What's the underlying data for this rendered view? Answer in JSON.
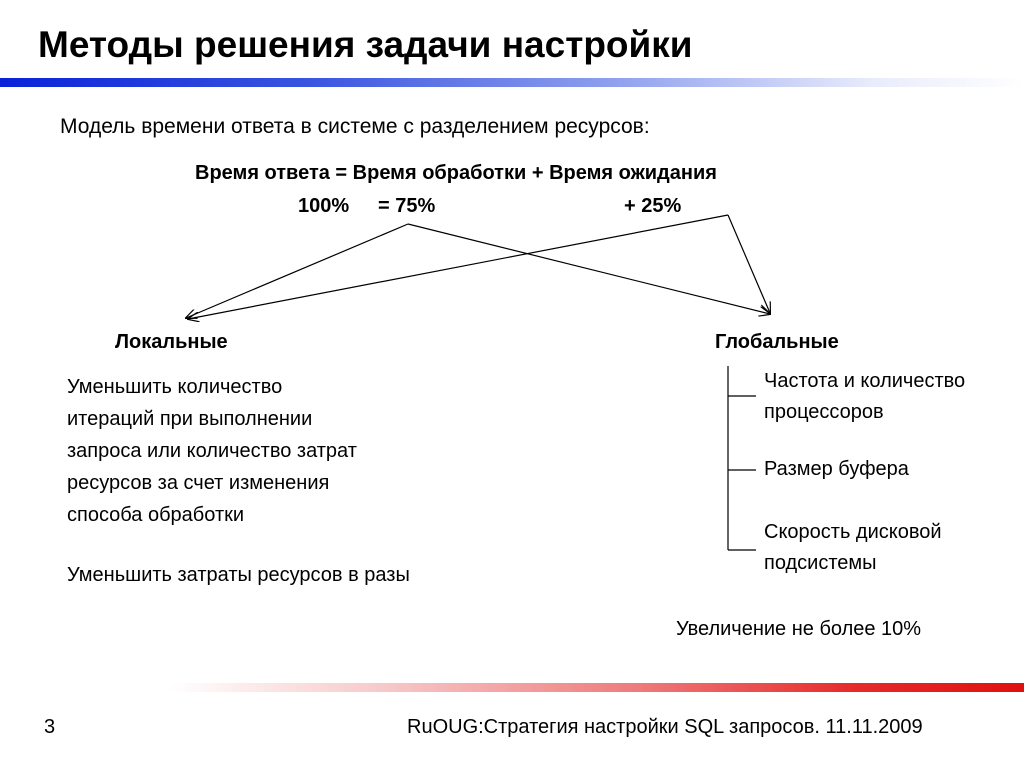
{
  "slide": {
    "title": "Методы решения задачи настройки",
    "subtitle": "Модель времени ответа в системе с разделением ресурсов:",
    "formula": "Время ответа = Время обработки + Время ожидания",
    "percent_total": "100%",
    "percent_processing": "= 75%",
    "percent_waiting": "+ 25%"
  },
  "local": {
    "title": "Локальные",
    "description": "Уменьшить количество\nитераций при выполнении\nзапроса или количество затрат\nресурсов за счет изменения\nспособа обработки",
    "description2": "Уменьшить затраты ресурсов в разы"
  },
  "global": {
    "title": "Глобальные",
    "items": [
      "Частота и количество\nпроцессоров",
      "Размер буфера",
      "Скорость дисковой\nподсистемы"
    ],
    "note": "Увеличение не более 10%"
  },
  "footer": {
    "page_number": "3",
    "text": "RuOUG:Стратегия настройки SQL запросов. 11.11.2009"
  },
  "colors": {
    "title_bar": "#0a22d8",
    "footer_bar": "#e01010"
  }
}
